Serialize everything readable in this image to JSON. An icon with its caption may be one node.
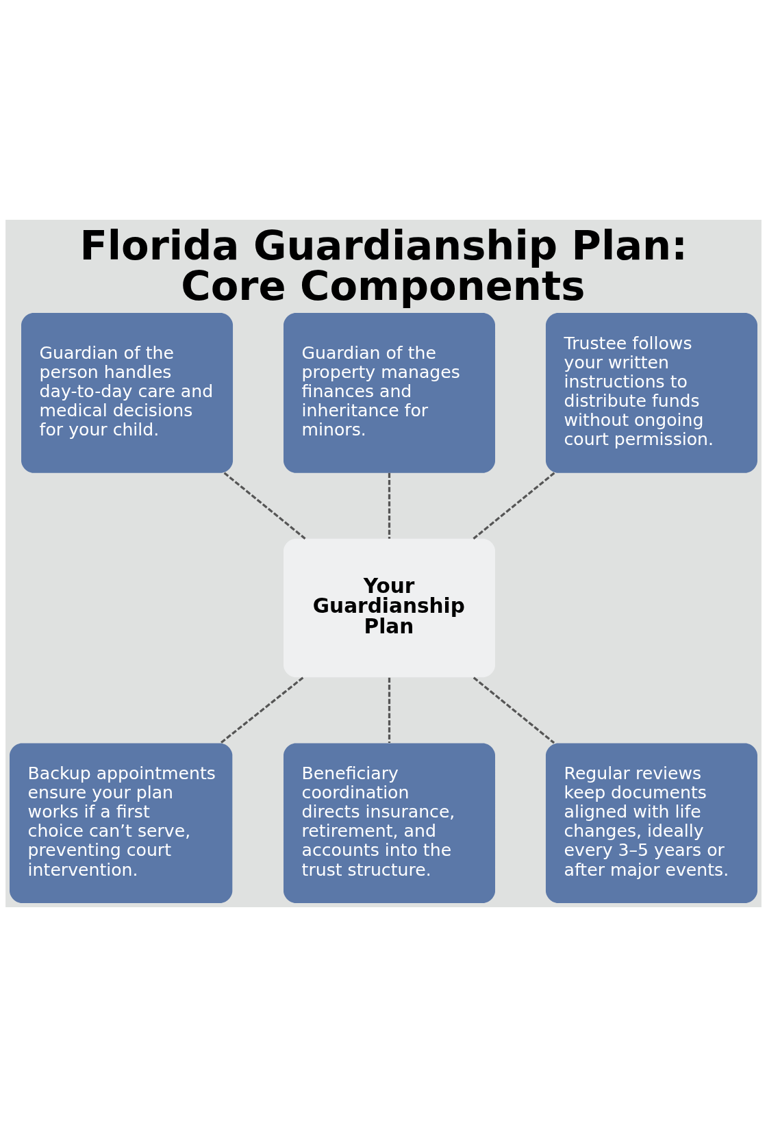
{
  "diagram": {
    "title": "Florida Guardianship Plan: Core Components",
    "nodes": [
      {
        "text": [
          "Guardian of the person handles day-to-day care and medical decisions for your child."
        ]
      },
      {
        "text": [
          "Guardian of the property manages finances and inheritance for minors."
        ]
      },
      {
        "text": [
          "Trustee follows your written instructions to distribute funds without ongoing court permission."
        ]
      },
      {
        "text": [
          "Your Guardianship Plan"
        ]
      },
      {
        "text": [
          "Backup appointments ensure your plan works if a first choice can’t serve, preventing court intervention."
        ]
      },
      {
        "text": [
          "Beneficiary coordination directs insurance, retirement, and accounts into the trust structure."
        ]
      },
      {
        "text": [
          "Regular reviews keep documents aligned with life changes, ideally every 3–5 years or after major events."
        ]
      }
    ],
    "edges": [
      {
        "from": 0,
        "to": 3,
        "arrow": "none",
        "style": "dashed"
      },
      {
        "from": 1,
        "to": 3,
        "arrow": "none",
        "style": "dashed"
      },
      {
        "from": 2,
        "to": 3,
        "arrow": "none",
        "style": "dashed"
      },
      {
        "from": 3,
        "to": 4,
        "arrow": "none",
        "style": "dashed"
      },
      {
        "from": 3,
        "to": 5,
        "arrow": "none",
        "style": "dashed"
      },
      {
        "from": 3,
        "to": 6,
        "arrow": "none",
        "style": "dashed"
      }
    ]
  }
}
